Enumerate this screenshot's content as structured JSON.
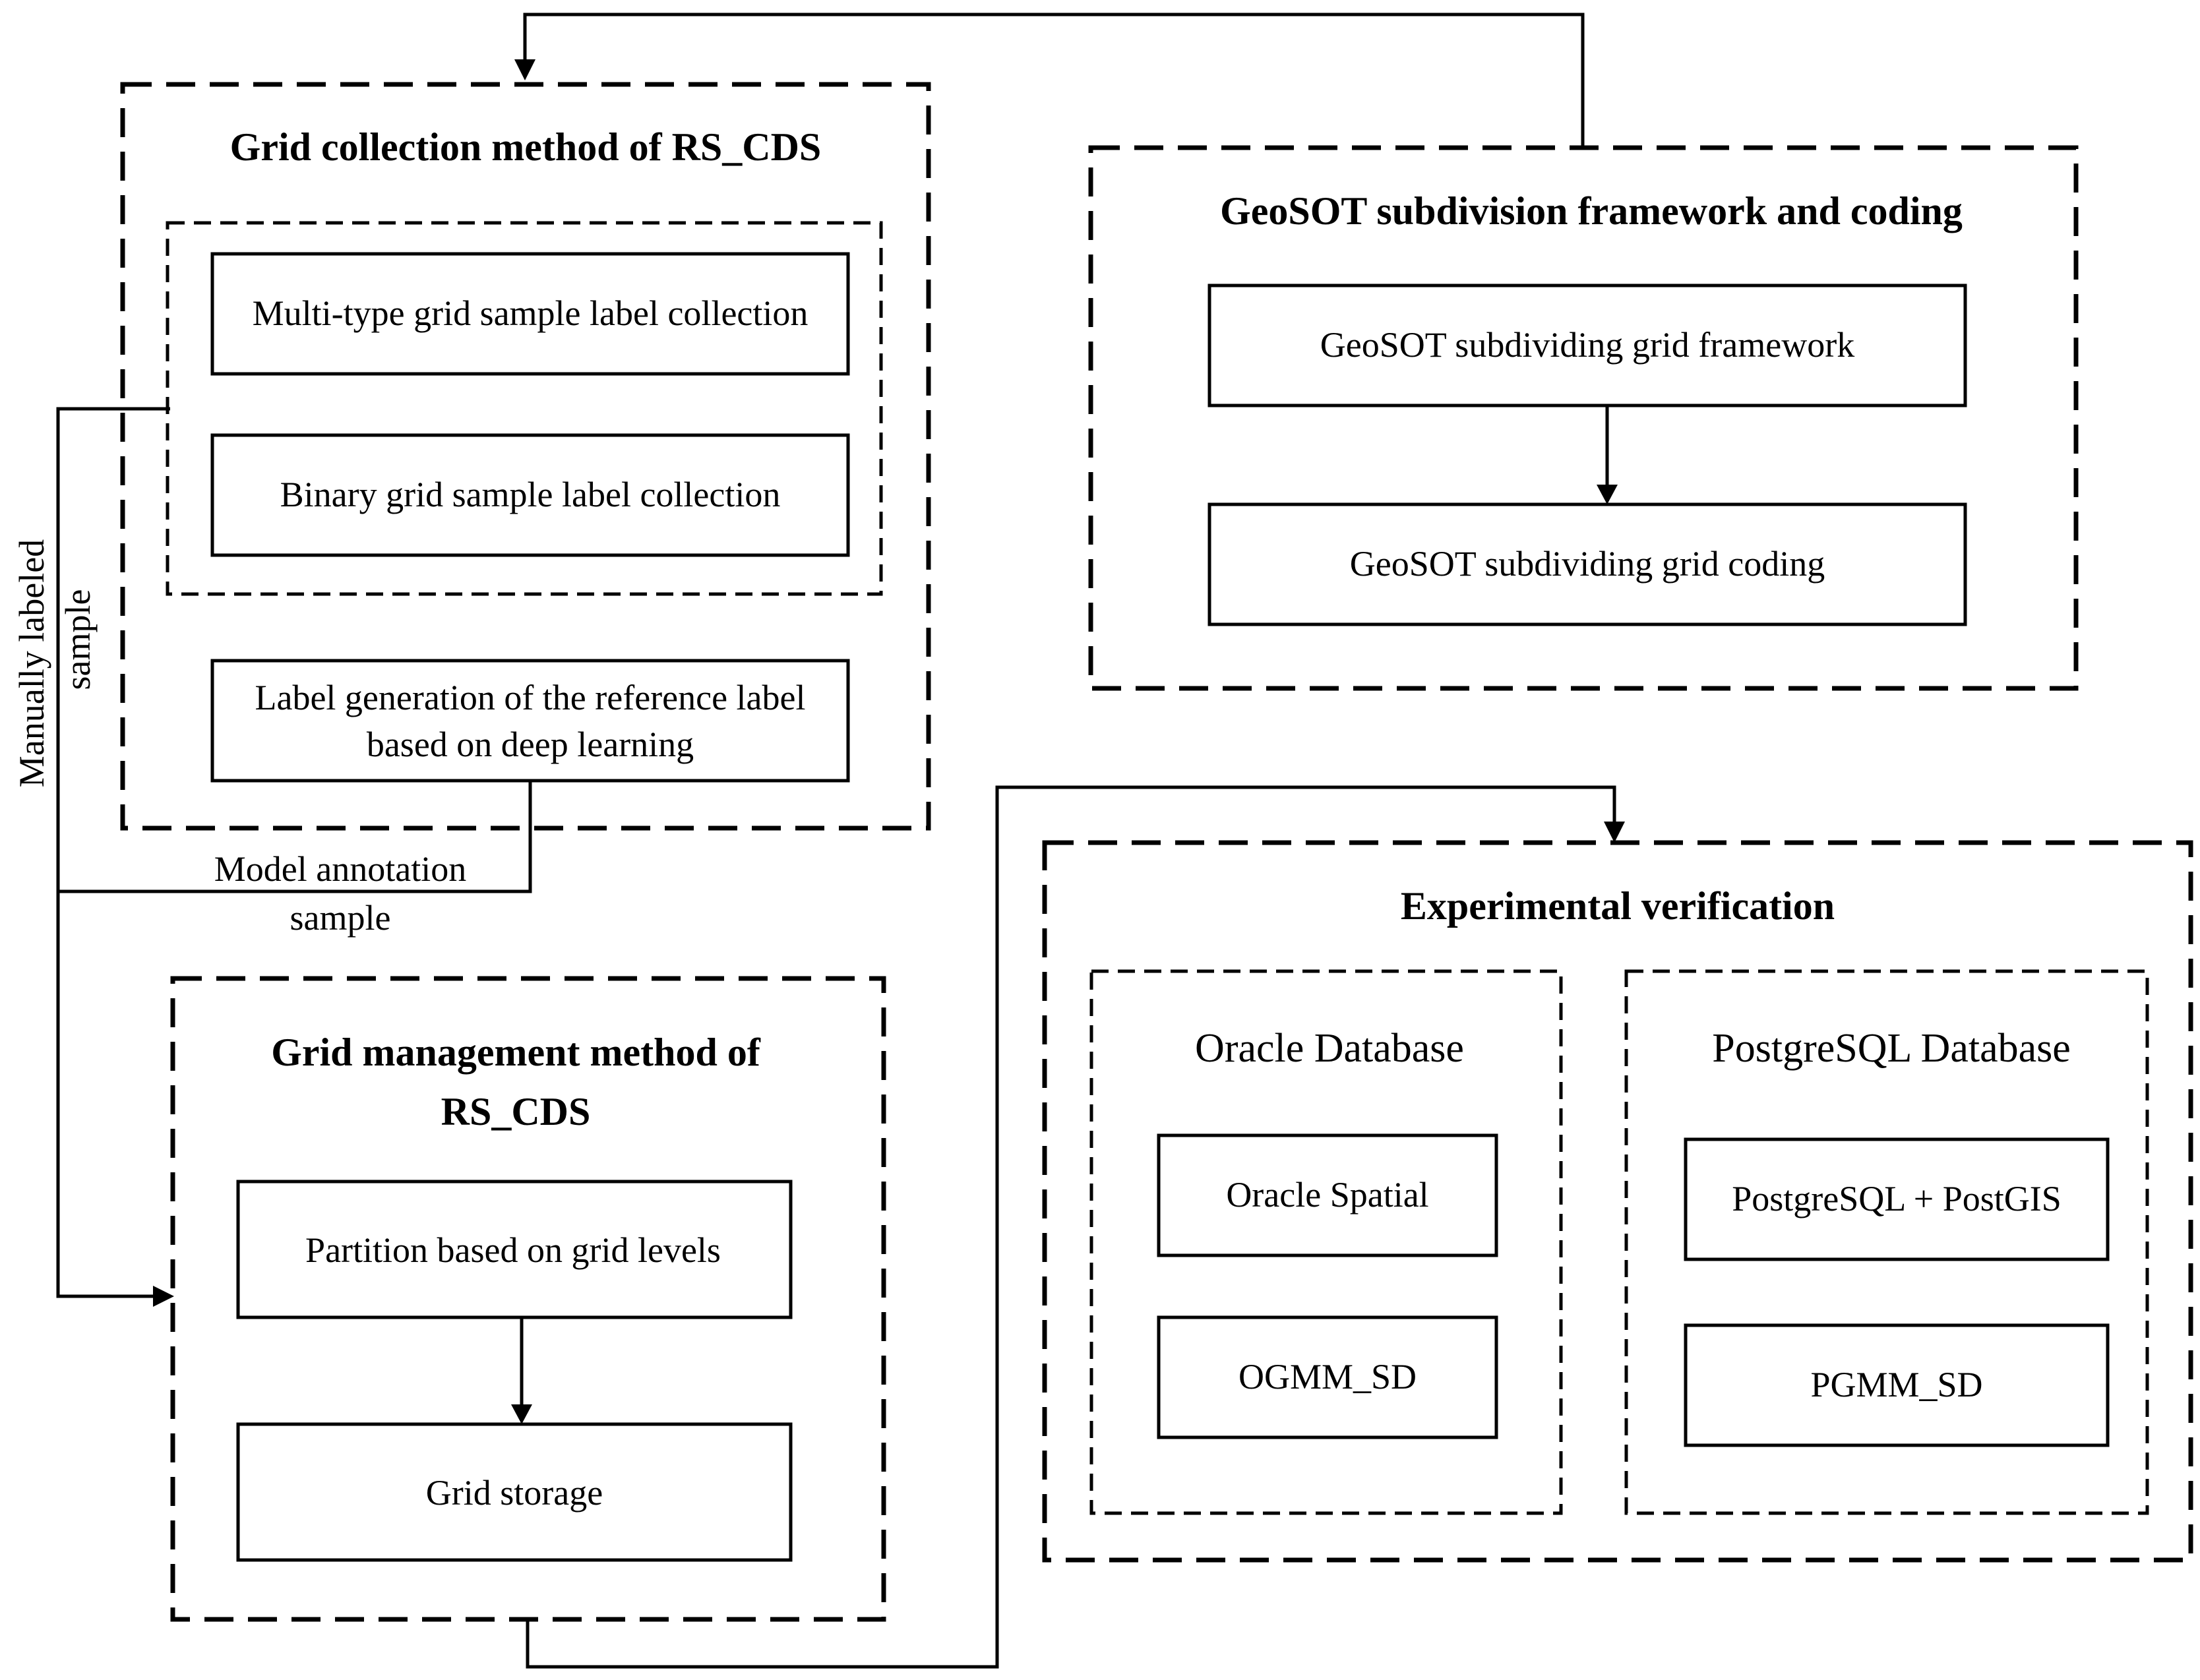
{
  "grid_collection": {
    "title": "Grid collection method of RS_CDS",
    "multi_type": "Multi-type grid sample label collection",
    "binary": "Binary grid sample label collection",
    "label_generation_line1": "Label generation of the reference label",
    "label_generation_line2": "based on deep learning"
  },
  "geosot": {
    "title": "GeoSOT subdivision framework and coding",
    "framework": "GeoSOT subdividing grid  framework",
    "coding": "GeoSOT subdividing grid  coding"
  },
  "grid_management": {
    "title_line1": "Grid management method of",
    "title_line2": "RS_CDS",
    "partition": "Partition based on grid levels",
    "storage": "Grid storage"
  },
  "experimental": {
    "title": "Experimental verification",
    "oracle": {
      "title": "Oracle Database",
      "spatial": "Oracle Spatial",
      "ogmm": "OGMM_SD"
    },
    "postgres": {
      "title": "PostgreSQL Database",
      "postgis": "PostgreSQL + PostGIS",
      "pgmm": "PGMM_SD"
    }
  },
  "annotations": {
    "manually_line1": "Manually labeled",
    "manually_line2": "sample",
    "model_line1": "Model annotation",
    "model_line2": "sample"
  }
}
